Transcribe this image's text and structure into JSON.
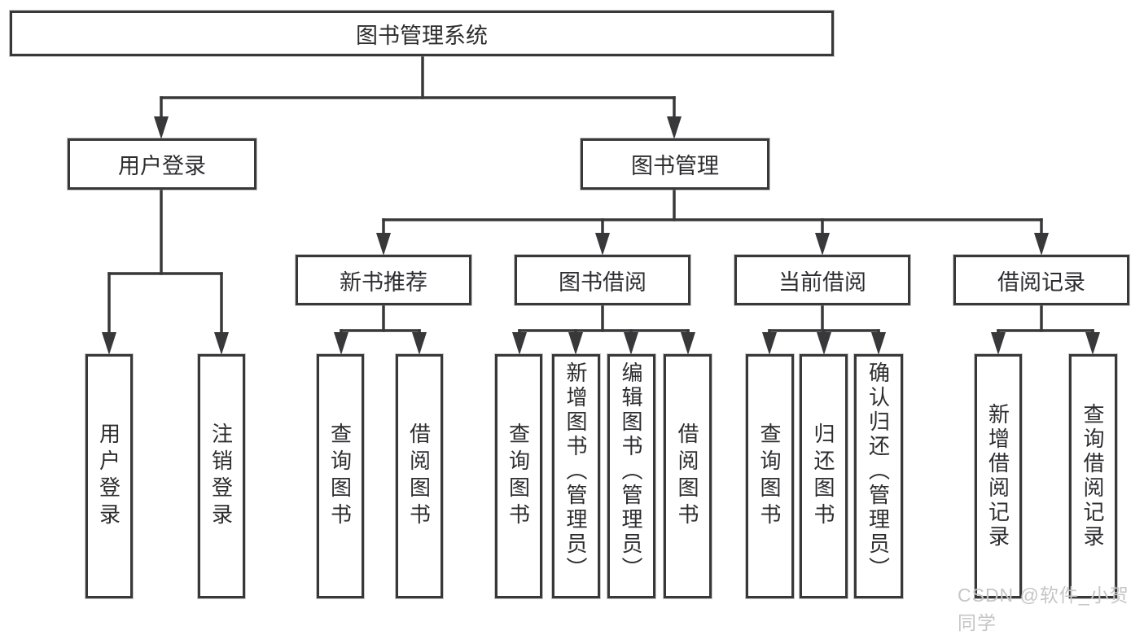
{
  "diagram_title": "图书管理系统",
  "tree": {
    "root": {
      "label": "图书管理系统"
    },
    "branches": [
      {
        "label": "用户登录",
        "children": [
          {
            "label": "用户登录"
          },
          {
            "label": "注销登录"
          }
        ]
      },
      {
        "label": "图书管理",
        "children": [
          {
            "label": "新书推荐",
            "children": [
              {
                "label": "查询图书"
              },
              {
                "label": "借阅图书"
              }
            ]
          },
          {
            "label": "图书借阅",
            "children": [
              {
                "label": "查询图书"
              },
              {
                "label": "新增图书（管理员）"
              },
              {
                "label": "编辑图书（管理员）"
              },
              {
                "label": "借阅图书"
              }
            ]
          },
          {
            "label": "当前借阅",
            "children": [
              {
                "label": "查询图书"
              },
              {
                "label": "归还图书"
              },
              {
                "label": "确认归还（管理员）"
              }
            ]
          },
          {
            "label": "借阅记录",
            "children": [
              {
                "label": "新增借阅记录"
              },
              {
                "label": "查询借阅记录"
              }
            ]
          }
        ]
      }
    ]
  },
  "watermark": {
    "text": "CSDN @软件_小贺同学"
  },
  "colors": {
    "line": "#38383a",
    "box_border": "#38383a",
    "text": "#2d2d30",
    "background": "#ffffff",
    "watermark": "#c6c6c6"
  }
}
